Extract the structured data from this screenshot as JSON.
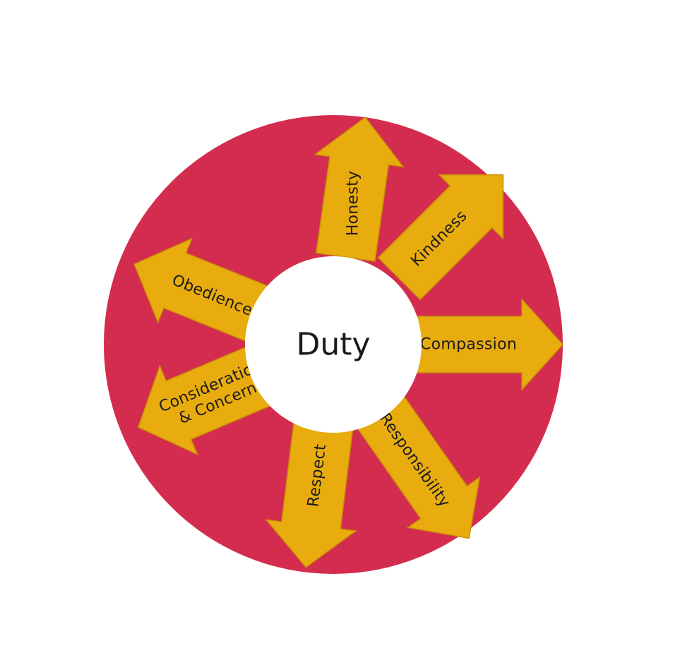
{
  "diagram": {
    "center": {
      "label": "Duty"
    },
    "arrows": [
      {
        "key": "honesty",
        "lines": [
          "Honesty"
        ]
      },
      {
        "key": "kindness",
        "lines": [
          "Kindness"
        ]
      },
      {
        "key": "compassion",
        "lines": [
          "Compassion"
        ]
      },
      {
        "key": "responsibility",
        "lines": [
          "Responsibility"
        ]
      },
      {
        "key": "respect",
        "lines": [
          "Respect"
        ]
      },
      {
        "key": "consideration",
        "lines": [
          "Consideration",
          "& Concern"
        ]
      },
      {
        "key": "obedience",
        "lines": [
          "Obedience"
        ]
      }
    ],
    "colors": {
      "disc": "#d42c4e",
      "arrow": "#e9ac0f",
      "arrow_stroke": "#c88f05",
      "center": "#ffffff",
      "text": "#1c1c1c"
    }
  }
}
